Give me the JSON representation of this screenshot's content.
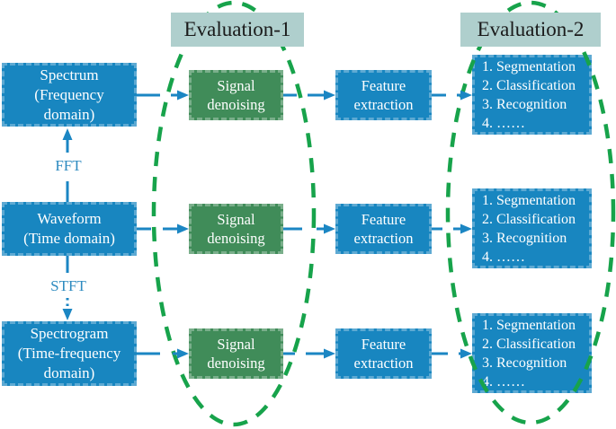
{
  "evaluations": {
    "eval1": "Evaluation-1",
    "eval2": "Evaluation-2"
  },
  "transforms": {
    "fft": "FFT",
    "stft": "STFT"
  },
  "rows": [
    {
      "input": "Spectrum\n(Frequency\ndomain)",
      "denoise": "Signal\ndenoising",
      "feature": "Feature\nextraction",
      "tasks": [
        "1. Segmentation",
        "2. Classification",
        "3. Recognition",
        "4. ……"
      ]
    },
    {
      "input": "Waveform\n(Time domain)",
      "denoise": "Signal\ndenoising",
      "feature": "Feature\nextraction",
      "tasks": [
        "1. Segmentation",
        "2. Classification",
        "3. Recognition",
        "4. ……"
      ]
    },
    {
      "input": "Spectrogram\n(Time-frequency\ndomain)",
      "denoise": "Signal\ndenoising",
      "feature": "Feature\nextraction",
      "tasks": [
        "1. Segmentation",
        "2. Classification",
        "3. Recognition",
        "4. ……"
      ]
    }
  ],
  "colors": {
    "input_box": "#1886c0",
    "denoise_box": "#408c59",
    "task_box": "#1886c0",
    "eval_label_bg": "#afcfcd",
    "eval_text": "#1a1a1a",
    "ellipse_green": "#17a34b",
    "arrow_blue": "#1b86c3",
    "transform_label_text": "#2e8bc0",
    "box_text": "#ffffff"
  }
}
